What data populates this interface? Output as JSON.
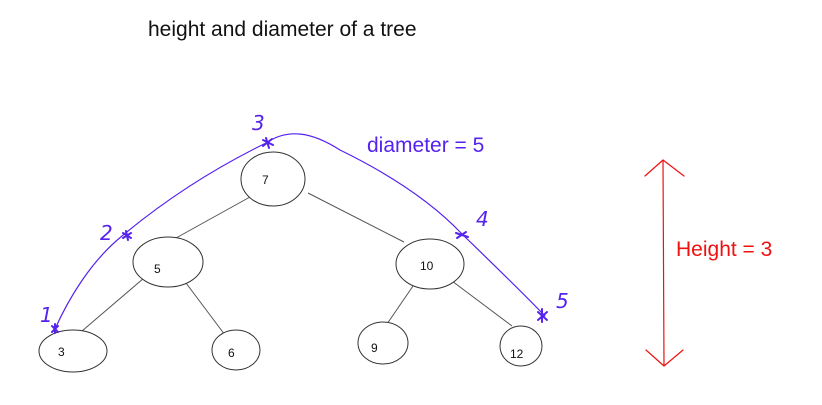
{
  "title": "height and diameter of a tree",
  "tree": {
    "nodes": [
      {
        "id": "n7",
        "label": "7"
      },
      {
        "id": "n5",
        "label": "5"
      },
      {
        "id": "n10",
        "label": "10"
      },
      {
        "id": "n3",
        "label": "3"
      },
      {
        "id": "n6",
        "label": "6"
      },
      {
        "id": "n9",
        "label": "9"
      },
      {
        "id": "n12",
        "label": "12"
      }
    ],
    "edges": [
      {
        "from": "n7",
        "to": "n5"
      },
      {
        "from": "n7",
        "to": "n10"
      },
      {
        "from": "n5",
        "to": "n3"
      },
      {
        "from": "n5",
        "to": "n6"
      },
      {
        "from": "n10",
        "to": "n9"
      },
      {
        "from": "n10",
        "to": "n12"
      }
    ]
  },
  "annotations": {
    "diameter_label": "diameter = 5",
    "height_label": "Height = 3",
    "path_numbers": [
      "1",
      "2",
      "3",
      "4",
      "5"
    ]
  },
  "colors": {
    "diameter": "#5522ee",
    "height": "#ee1111",
    "text": "#111111",
    "edge": "#555555"
  }
}
